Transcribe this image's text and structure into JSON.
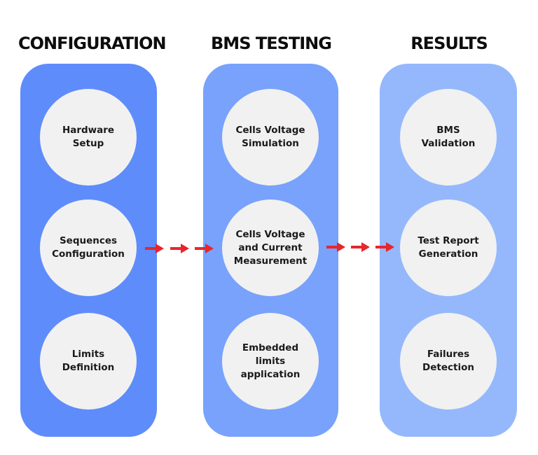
{
  "columns": [
    {
      "title": "CONFIGURATION",
      "nodes": [
        "Hardware\nSetup",
        "Sequences\nConfiguration",
        "Limits\nDefinition"
      ]
    },
    {
      "title": "BMS TESTING",
      "nodes": [
        "Cells Voltage\nSimulation",
        "Cells Voltage\nand Current\nMeasurement",
        "Embedded\nlimits application"
      ]
    },
    {
      "title": "RESULTS",
      "nodes": [
        "BMS\nValidation",
        "Test Report\nGeneration",
        "Failures\nDetection"
      ]
    }
  ],
  "colors": {
    "panel_1": "#5e8cfa",
    "panel_2": "#78a2fb",
    "panel_3": "#95b8fc",
    "node_fill": "#f1f1f1",
    "arrow": "#e8262b",
    "title_text": "#0d0d0d"
  },
  "connectors": [
    {
      "from": "CONFIGURATION",
      "to": "BMS TESTING",
      "icon": "dashed-arrow-right-icon"
    },
    {
      "from": "BMS TESTING",
      "to": "RESULTS",
      "icon": "dashed-arrow-right-icon"
    }
  ]
}
